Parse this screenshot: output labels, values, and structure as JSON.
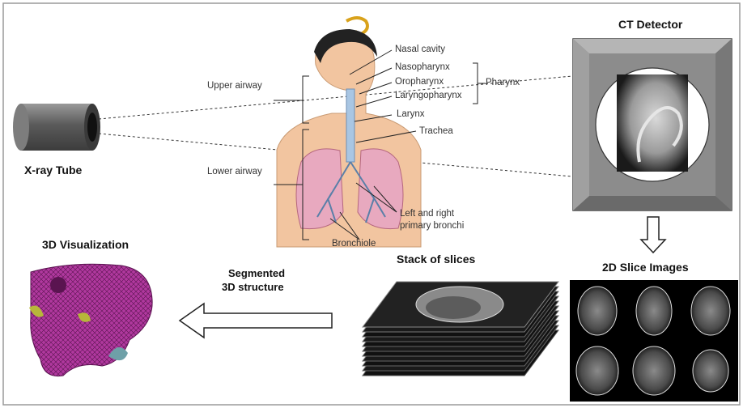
{
  "components": {
    "xray_tube": "X-ray Tube",
    "ct_detector": "CT Detector",
    "slice_images": "2D Slice Images",
    "stack": "Stack of slices",
    "segmented_line1": "Segmented",
    "segmented_line2": "3D structure",
    "visualization": "3D Visualization"
  },
  "anatomy": {
    "nasal_cavity": "Nasal cavity",
    "nasopharynx": "Nasopharynx",
    "oropharynx": "Oropharynx",
    "laryngopharynx": "Laryngopharynx",
    "pharynx": "Pharynx",
    "larynx": "Larynx",
    "trachea": "Trachea",
    "bronchi_line1": "Left and right",
    "bronchi_line2": "primary bronchi",
    "bronchiole": "Bronchiole",
    "upper_airway": "Upper airway",
    "lower_airway": "Lower airway"
  },
  "colors": {
    "tube": "#6e6e6e",
    "skin": "#f2c5a0",
    "lung": "#e8a9bf",
    "mesh": "#b0389e",
    "rotate_arrow": "#d9a21b"
  }
}
